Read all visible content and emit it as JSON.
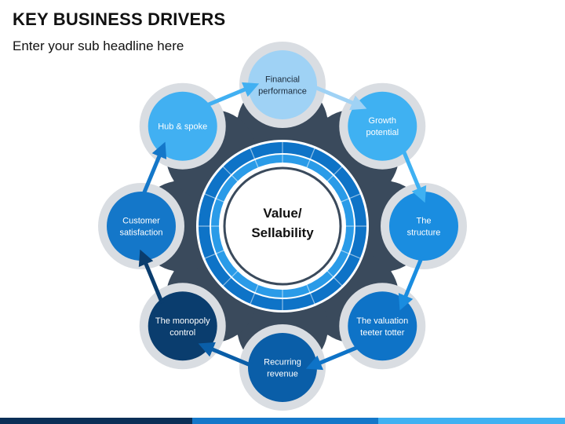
{
  "header": {
    "title": "KEY BUSINESS DRIVERS",
    "subtitle": "Enter your sub headline here"
  },
  "center": {
    "line1": "Value/",
    "line2": "Sellability"
  },
  "drivers": [
    {
      "lines": [
        "Financial",
        "performance"
      ],
      "color": "#9fd2f5",
      "text_color": "#1a2a3a"
    },
    {
      "lines": [
        "Growth",
        "potential"
      ],
      "color": "#3fb1f2",
      "text_color": "#ffffff"
    },
    {
      "lines": [
        "The",
        "structure"
      ],
      "color": "#1a8de0",
      "text_color": "#ffffff"
    },
    {
      "lines": [
        "The valuation",
        "teeter totter"
      ],
      "color": "#0e73c7",
      "text_color": "#ffffff"
    },
    {
      "lines": [
        "Recurring",
        "revenue"
      ],
      "color": "#0a5ea8",
      "text_color": "#ffffff"
    },
    {
      "lines": [
        "The monopoly",
        "control"
      ],
      "color": "#0a3d6e",
      "text_color": "#ffffff"
    },
    {
      "lines": [
        "Customer",
        "satisfaction"
      ],
      "color": "#1477c9",
      "text_color": "#ffffff"
    },
    {
      "lines": [
        "Hub & spoke"
      ],
      "color": "#41b0f2",
      "text_color": "#ffffff"
    }
  ],
  "colors": {
    "hub": "#3a4a5c",
    "halo": "#d9dde2",
    "ring_outer": "#0e73c7",
    "ring_inner": "#2a9be8",
    "bottom_bar": [
      "#0a2f57",
      "#1477c9",
      "#3fb1f2"
    ]
  }
}
